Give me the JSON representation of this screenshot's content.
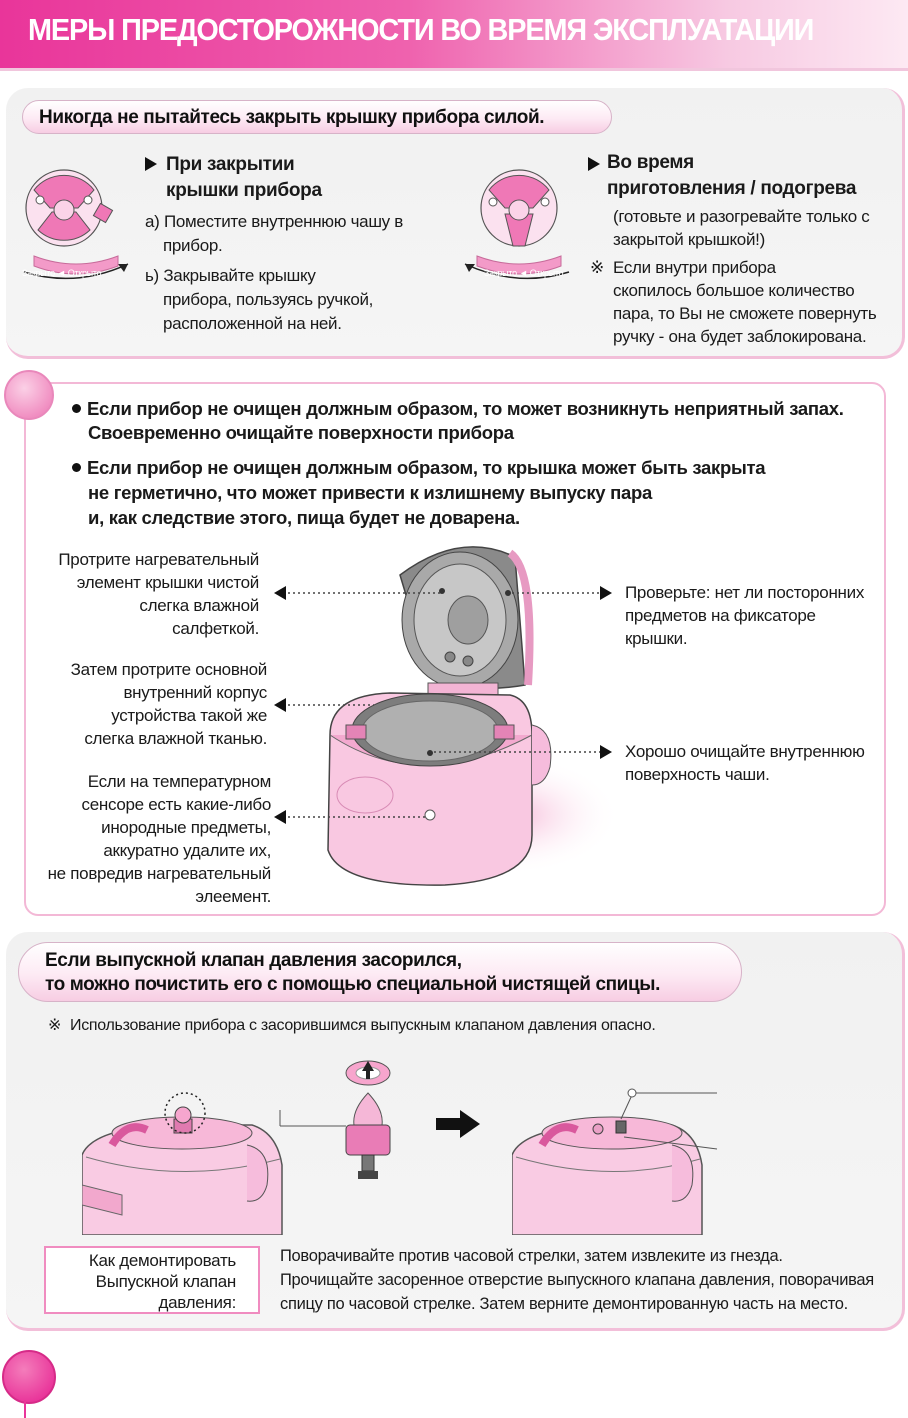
{
  "header": {
    "title": "МЕРЫ ПРЕДОСТОРОЖНОСТИ ВО ВРЕМЯ ЭКСПЛУАТАЦИИ"
  },
  "section1": {
    "heading": "Никогда не пытайтесь закрыть крышку прибора силой.",
    "left": {
      "title_line1": "При закрытии",
      "title_line2": "крышки прибора",
      "a_line1": "а) Поместите внутреннюю чашу в",
      "a_line2": "прибор.",
      "b_line1": "ь) Закрывайте крышку",
      "b_line2": "прибора, пользуясь ручкой,",
      "b_line3": "расположенной на ней.",
      "dial_label": "Закрыто ◄ Открыто"
    },
    "right": {
      "title_line1": "Во время",
      "title_line2": "приготовления / подогрева",
      "note_line1": "(готовьте и разогревайте только с",
      "note_line2": "закрытой крышкой!)",
      "warn_mark": "※",
      "warn_line1": "Если внутри прибора",
      "warn_line2": "скопилось большое  количество",
      "warn_line3": "пара, то Вы не сможете повернуть",
      "warn_line4": "ручку - она будет заблокирована.",
      "dial_label": "Закрыто ◄ Открыто"
    }
  },
  "section2": {
    "bullet1_line1": "Если прибор не очищен должным образом, то может возникнуть неприятный запах.",
    "bullet1_line2": "Своевременно очищайте поверхности прибора",
    "bullet2_line1": "Если прибор не очищен должным образом, то крышка может быть закрыта",
    "bullet2_line2": "не герметично, что может привести к излишнему выпуску пара",
    "bullet2_line3": "и, как следствие этого, пища будет не доварена.",
    "left_notes": [
      [
        "Протрите нагревательный",
        "элемент крышки чистой",
        "слегка влажной",
        "салфеткой."
      ],
      [
        "Затем протрите основной",
        "внутренний корпус",
        "устройства такой же",
        "слегка влажной тканью."
      ],
      [
        "Если на температурном",
        "сенсоре есть какие-либо",
        "инородные предметы,",
        "аккуратно удалите их,",
        "не повредив нагревательный",
        "элеемент."
      ]
    ],
    "right_notes": [
      [
        "Проверьте: нет ли посторонних",
        "предметов на фиксаторе",
        "крышки."
      ],
      [
        "Хорошо очищайте внутреннюю",
        "поверхность чаши."
      ]
    ]
  },
  "section3": {
    "heading_line1": "Если выпускной клапан давления засорился,",
    "heading_line2": "то можно почистить его с помощью специальной чистящей спицы.",
    "warn_mark": "※",
    "warn": "Использование прибора с засорившимся выпускным клапаном давления опасно.",
    "box_line1": "Как демонтировать",
    "box_line2": "Выпускной клапан",
    "box_line3": "давления:",
    "instr_line1": "Поворачивайте против часовой стрелки, затем извлеките из гнезда.",
    "instr_line2": "Прочищайте засоренное отверстие выпускного клапана давления, поворачивая",
    "instr_line3": "спицу по часовой стрелке. Затем верните демонтированную часть на место."
  },
  "colors": {
    "accent": "#e9359a",
    "pink_light": "#f7cde3",
    "panel": "#f3f3f3"
  }
}
